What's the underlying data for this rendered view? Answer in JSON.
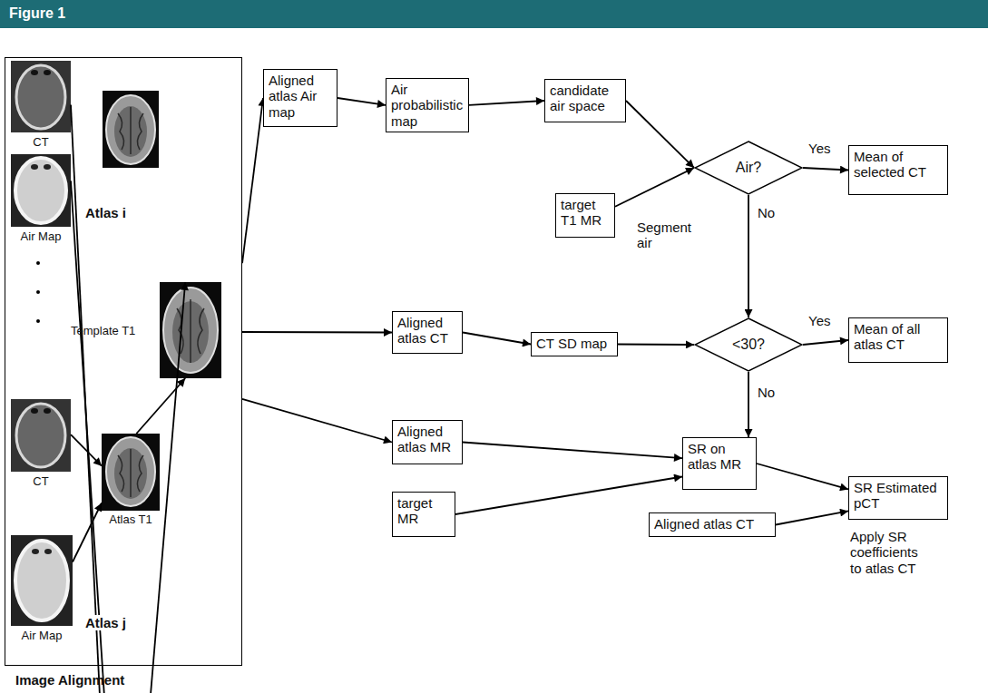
{
  "diagram": {
    "title": "Figure 1",
    "nodes": [
      {
        "text": [
          "Image Alignment"
        ]
      },
      {
        "text": [
          "CT"
        ],
        "in": 0
      },
      {
        "text": [
          "Atlas T1"
        ],
        "in": 0
      },
      {
        "text": [
          "Air Map"
        ],
        "in": 0
      },
      {
        "text": [
          "Template T1"
        ],
        "in": 0
      },
      {
        "text": [
          "CT"
        ],
        "in": 0
      },
      {
        "text": [
          "Atlas T1"
        ],
        "in": 0
      },
      {
        "text": [
          "Air Map"
        ],
        "in": 0
      },
      {
        "text": [
          "Aligned atlas Air map"
        ]
      },
      {
        "text": [
          "Air probabilistic map"
        ]
      },
      {
        "text": [
          "candidate air space"
        ]
      },
      {
        "text": [
          "Air?"
        ]
      },
      {
        "text": [
          "Mean of selected CT"
        ]
      },
      {
        "text": [
          "target T1 MR"
        ]
      },
      {
        "text": [
          "Aligned atlas CT"
        ]
      },
      {
        "text": [
          "CT SD map"
        ]
      },
      {
        "text": [
          "<30?"
        ]
      },
      {
        "text": [
          "Mean of all atlas CT"
        ]
      },
      {
        "text": [
          "Aligned atlas MR"
        ]
      },
      {
        "text": [
          "target MR"
        ]
      },
      {
        "text": [
          "SR on atlas MR"
        ]
      },
      {
        "text": [
          "SR Estimated pCT"
        ]
      },
      {
        "text": [
          "Aligned atlas CT"
        ]
      }
    ],
    "edges": [
      {
        "from": 1,
        "to": 2,
        "arrow": "to"
      },
      {
        "from": 3,
        "to": 2,
        "arrow": "to"
      },
      {
        "from": 2,
        "to": 4,
        "arrow": "to"
      },
      {
        "from": 5,
        "to": 6,
        "arrow": "to"
      },
      {
        "from": 7,
        "to": 6,
        "arrow": "to"
      },
      {
        "from": 6,
        "to": 4,
        "arrow": "to"
      },
      {
        "from": 0,
        "to": 8,
        "arrow": "to"
      },
      {
        "from": 0,
        "to": 14,
        "arrow": "to"
      },
      {
        "from": 0,
        "to": 18,
        "arrow": "to"
      },
      {
        "from": 8,
        "to": 9,
        "arrow": "to"
      },
      {
        "from": 9,
        "to": 10,
        "arrow": "to"
      },
      {
        "from": 10,
        "to": 11,
        "arrow": "to"
      },
      {
        "from": 13,
        "to": 11,
        "label": "Segment air",
        "arrow": "to"
      },
      {
        "from": 11,
        "to": 12,
        "label": "Yes",
        "arrow": "to"
      },
      {
        "from": 11,
        "to": 16,
        "label": "No",
        "arrow": "to"
      },
      {
        "from": 14,
        "to": 15,
        "arrow": "to"
      },
      {
        "from": 15,
        "to": 16,
        "arrow": "to"
      },
      {
        "from": 16,
        "to": 17,
        "label": "Yes",
        "arrow": "to"
      },
      {
        "from": 16,
        "to": 20,
        "label": "No",
        "arrow": "to"
      },
      {
        "from": 18,
        "to": 20,
        "arrow": "to"
      },
      {
        "from": 19,
        "to": 20,
        "arrow": "to"
      },
      {
        "from": 20,
        "to": 21,
        "arrow": "to"
      },
      {
        "from": 22,
        "to": 21,
        "arrow": "to"
      }
    ],
    "labels": [
      "Atlas i",
      "Atlas j",
      "Apply SR coefficients to atlas CT"
    ]
  }
}
